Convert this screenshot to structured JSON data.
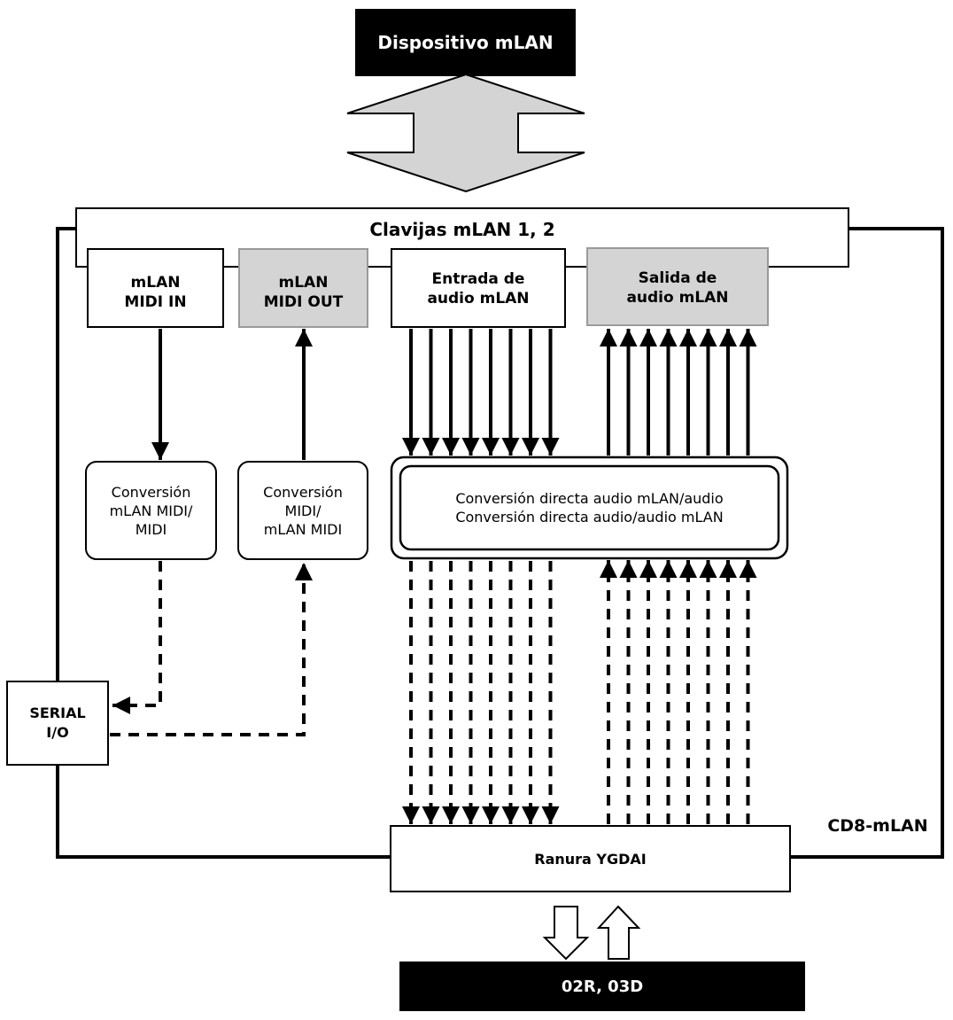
{
  "device_top": "Dispositivo mLAN",
  "jacks": "Clavijas mLAN 1, 2",
  "midi_in": "mLAN\nMIDI IN",
  "midi_out": "mLAN\nMIDI OUT",
  "audio_in": "Entrada de\naudio mLAN",
  "audio_out": "Salida de\naudio mLAN",
  "conv_midi_in": "Conversión\nmLAN MIDI/\nMIDI",
  "conv_midi_out": "Conversión\nMIDI/\nmLAN MIDI",
  "conv_audio": "Conversión directa audio mLAN/audio\nConversión directa audio/audio mLAN",
  "serial": "SERIAL\nI/O",
  "card_name": "CD8-mLAN",
  "slot": "Ranura YGDAI",
  "device_bottom": "02R, 03D",
  "colors": {
    "black": "#000000",
    "gray_fill": "#d4d4d4",
    "gray_border": "#9a9a9a",
    "white": "#ffffff"
  }
}
